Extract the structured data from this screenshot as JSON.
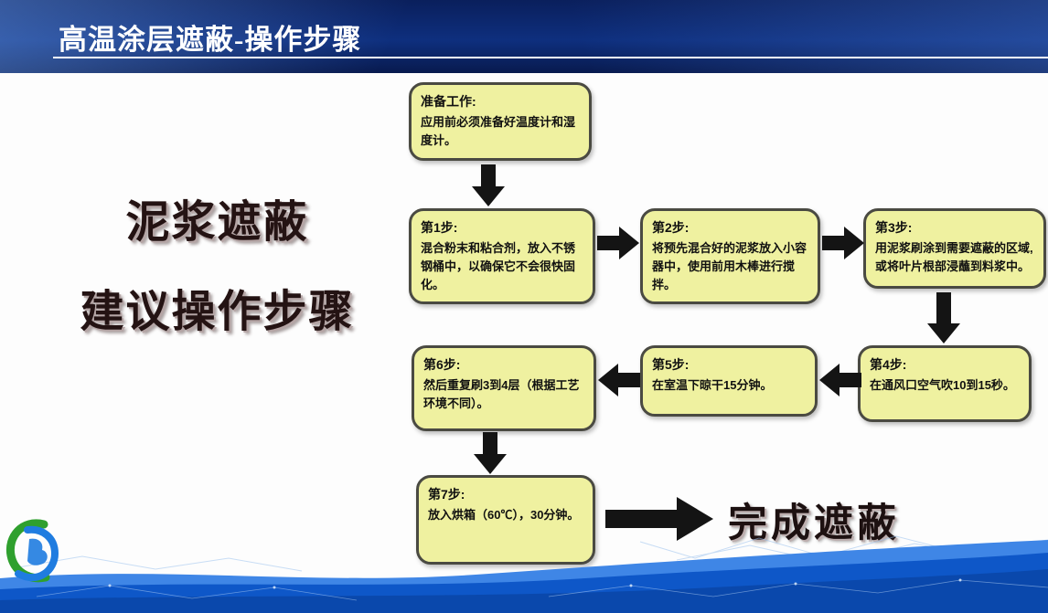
{
  "slide": {
    "title": "高温涂层遮蔽-操作步骤"
  },
  "side_heading": {
    "line1": "泥浆遮蔽",
    "line2": "建议操作步骤"
  },
  "flowchart": {
    "prep": {
      "title": "准备工作:",
      "body": "应用前必须准备好温度计和湿度计。"
    },
    "steps": [
      {
        "title": "第1步:",
        "body": "混合粉末和粘合剂，放入不锈钢桶中，以确保它不会很快固化。"
      },
      {
        "title": "第2步:",
        "body": "将预先混合好的泥浆放入小容器中，使用前用木棒进行搅拌。"
      },
      {
        "title": "第3步:",
        "body": "用泥浆刷涂到需要遮蔽的区域,或将叶片根部浸蘸到料浆中。"
      },
      {
        "title": "第4步:",
        "body": "在通风口空气吹10到15秒。"
      },
      {
        "title": "第5步:",
        "body": "在室温下晾干15分钟。"
      },
      {
        "title": "第6步:",
        "body": "然后重复刷3到4层（根据工艺环境不同）。"
      },
      {
        "title": "第7步:",
        "body": "放入烘箱（60℃），30分钟。"
      }
    ],
    "result": "完成遮蔽"
  },
  "colors": {
    "header_bg": "#0e2f7e",
    "box_fill": "#eff1a0",
    "box_border": "#4a4a42",
    "arrow": "#141414",
    "band_blue": "#0e57c8"
  }
}
